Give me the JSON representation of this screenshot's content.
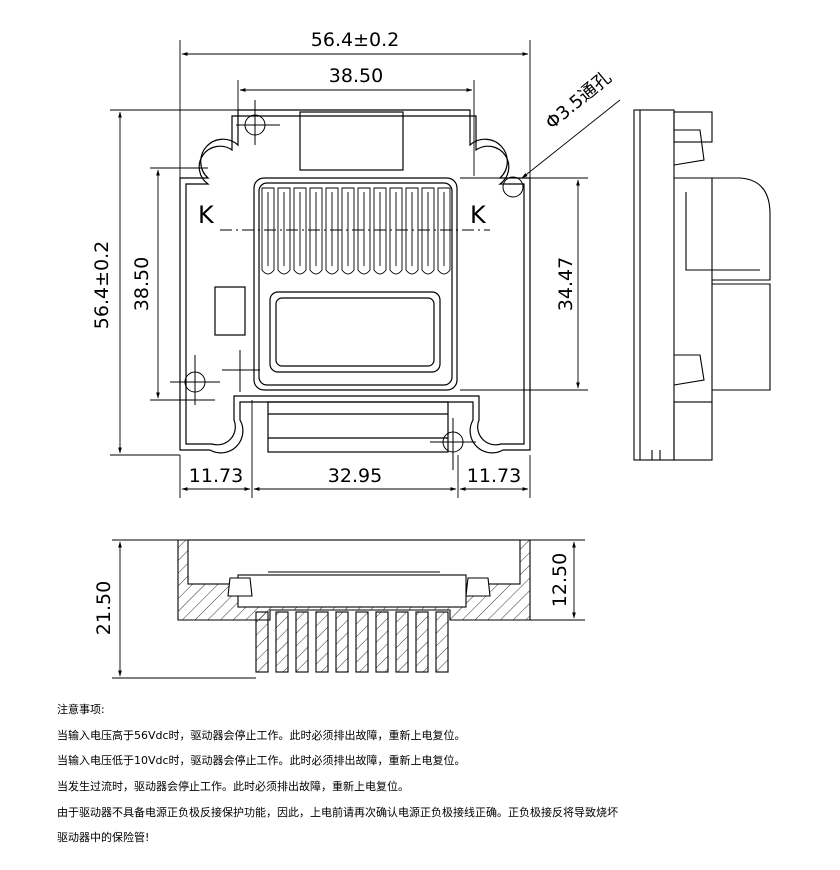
{
  "dims": {
    "overall_width": "56.4±0.2",
    "hole_pitch_top": "38.50",
    "hole_spec": "Φ3.5通孔",
    "overall_height": "56.4±0.2",
    "hole_pitch_left": "38.50",
    "fin_height": "34.47",
    "bottom_left": "11.73",
    "bottom_mid": "32.95",
    "bottom_right": "11.73",
    "side_total": "21.50",
    "side_partial": "12.50"
  },
  "section_label": "K",
  "notes": {
    "heading": "注意事项:",
    "lines": [
      "当输入电压高于56Vdc时，驱动器会停止工作。此时必须排出故障，重新上电复位。",
      "当输入电压低于10Vdc时，驱动器会停止工作。此时必须排出故障，重新上电复位。",
      "当发生过流时，驱动器会停止工作。此时必须排出故障，重新上电复位。",
      "由于驱动器不具备电源正负极反接保护功能，因此，上电前请再次确认电源正负极接线正确。正负极接反将导致烧坏",
      "驱动器中的保险管!"
    ]
  }
}
